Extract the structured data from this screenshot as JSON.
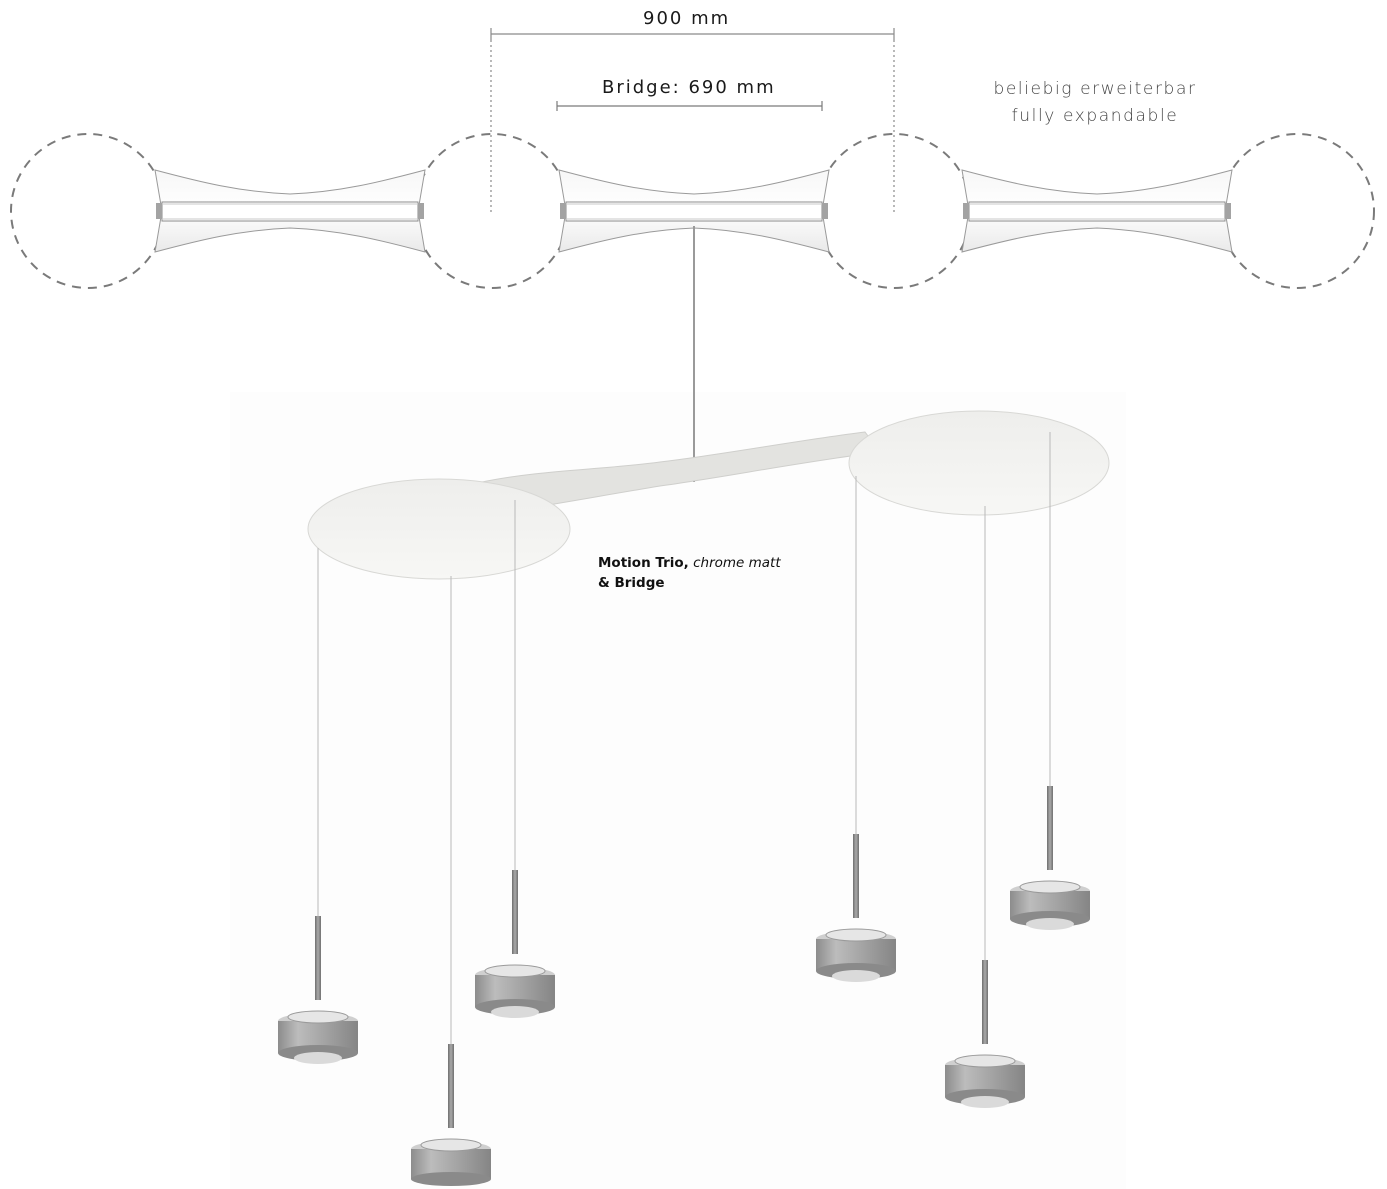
{
  "dimensions": {
    "overall": "900 mm",
    "bridge": "Bridge: 690 mm"
  },
  "expandable": {
    "de": "beliebig erweiterbar",
    "en": "fully expandable"
  },
  "caption": {
    "product": "Motion Trio,",
    "finish": "chrome matt",
    "addon": "& Bridge"
  },
  "colors": {
    "line": "#888888",
    "dash": "#7a7a7a",
    "canopy": "#ecece9",
    "chrome": "#9a9a9a"
  }
}
